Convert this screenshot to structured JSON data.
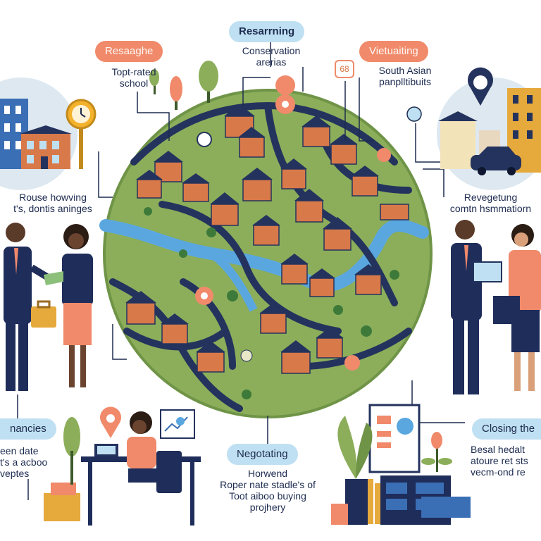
{
  "labels": {
    "top_center_pill": "Resarrning",
    "top_center_sub": "Conservation\narerias",
    "top_left_pill": "Resaaghe",
    "top_left_sub": "Topt-rated\nschool",
    "top_right_pill": "Vietuaiting",
    "top_right_sub": "South Asian\npanplltibuits",
    "marker_68": "68",
    "mid_left_sub": "Rouse howving\nt's, dontis aninges",
    "mid_right_sub": "Revegetung\ncomtn hsmmatiorn",
    "bottom_left_pill": "nancies",
    "bottom_left_sub": "een date\nt's a acboo\nveptes",
    "bottom_center_pill": "Negotating",
    "bottom_center_sub": "Horwend\nRoper nate stadle's of\nToot aiboo buying\nprojhery",
    "bottom_right_pill": "Closing the",
    "bottom_right_sub": "Besal hedalt\natoure ret sts\nvecm-ond re"
  },
  "colors": {
    "navy": "#1d2b4f",
    "orange": "#f08a6b",
    "light_blue": "#bfe0f2",
    "grass": "#8cae5a",
    "road": "#24335d",
    "river": "#5aa7e0",
    "brick": "#d8794a"
  },
  "icons": [
    "clock-icon",
    "location-pin-icon",
    "chart-icon",
    "laptop-icon",
    "briefcase-icon",
    "car-icon",
    "tree-icon",
    "plant-icon"
  ]
}
